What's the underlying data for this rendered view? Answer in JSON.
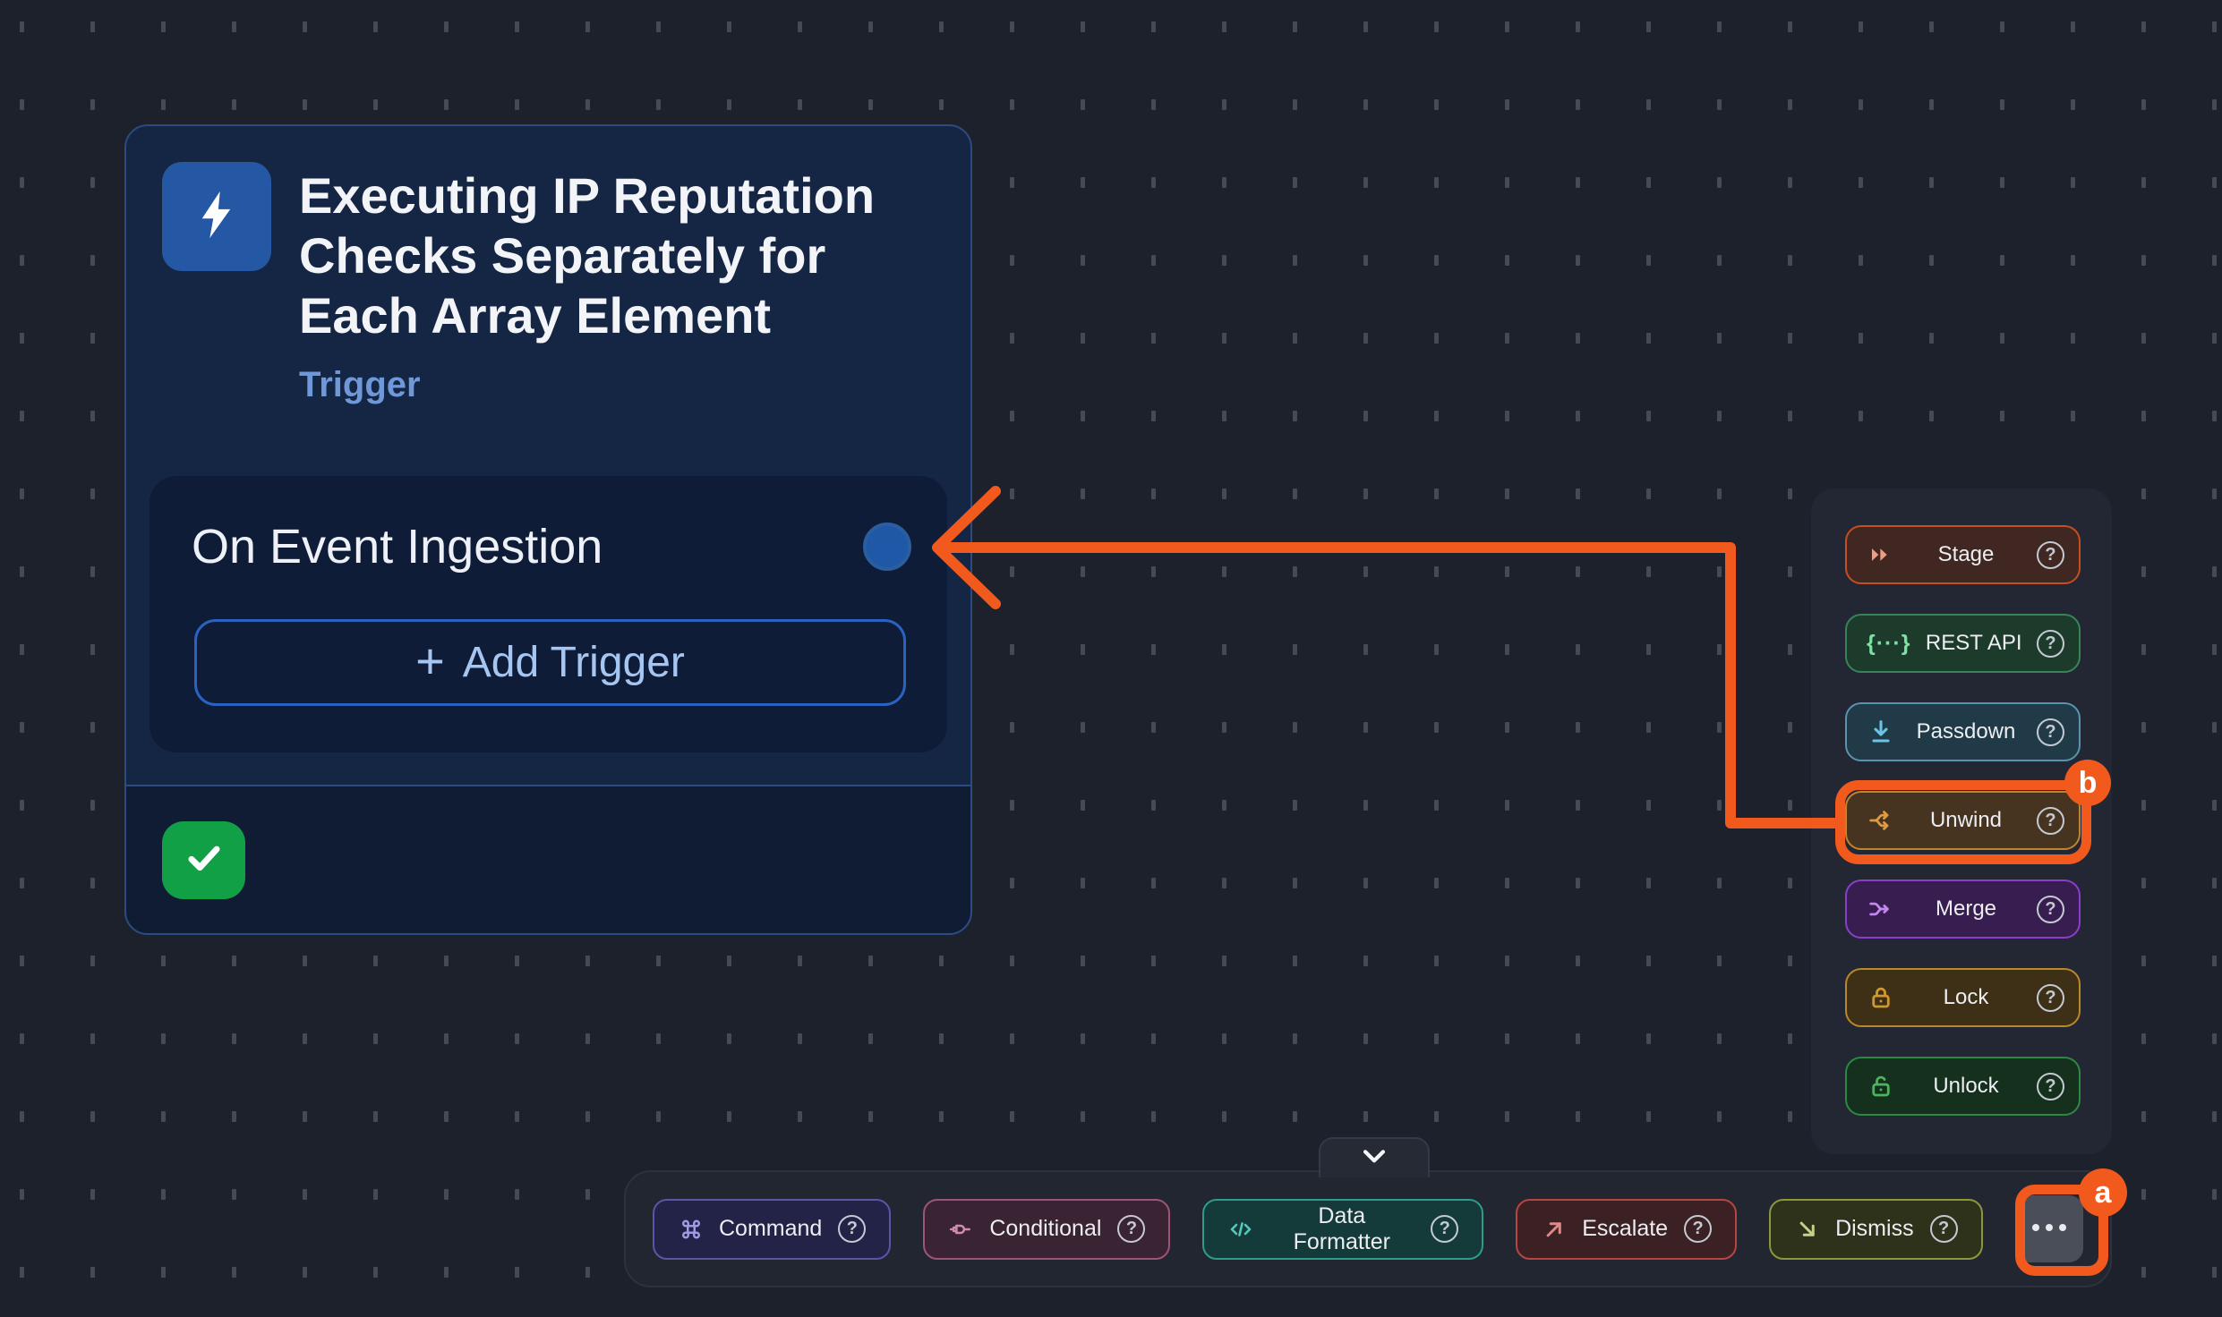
{
  "canvas": {
    "background": "#1c212c",
    "grid_dash_color": "#454a54"
  },
  "glyphs": {
    "help": "?",
    "plus": "+",
    "rest_api": "{···}"
  },
  "annotation": {
    "color": "#f25a1d",
    "badge_a": "a",
    "badge_b": "b"
  },
  "trigger_card": {
    "title": "Executing IP Reputation Checks Separately for Each Array Element",
    "type_label": "Trigger",
    "icon": "lightning-bolt-icon",
    "event_label": "On Event Ingestion",
    "add_trigger_label": "Add Trigger",
    "status_icon": "check-icon",
    "colors": {
      "card_bg": "#152544",
      "card_border": "#2c4b7e",
      "icon_tile_bg": "#2457a4",
      "type_label_color": "#6f98d8",
      "inner_panel_bg": "#0f1c38",
      "add_trigger_border": "#2a62c2",
      "add_trigger_text": "#a6c6f2",
      "port_dot": "#1f58a6",
      "check_badge_bg": "#12a047",
      "footer_bg": "#101b34"
    }
  },
  "action_panel": {
    "items": [
      {
        "label": "Stage",
        "icon": "stage-icon",
        "bg": "#402721",
        "border": "#c54e22",
        "icon_color": "#ec9e82"
      },
      {
        "label": "REST API",
        "icon": "rest-api-icon",
        "bg": "#1d3b2b",
        "border": "#38845a",
        "icon_color": "#7ce2a4"
      },
      {
        "label": "Passdown",
        "icon": "download-icon",
        "bg": "#203b47",
        "border": "#5a93ad",
        "icon_color": "#6ac4e8"
      },
      {
        "label": "Unwind",
        "icon": "split-icon",
        "bg": "#473420",
        "border": "#bd8434",
        "icon_color": "#dd9b44",
        "highlighted": true,
        "badge": "b"
      },
      {
        "label": "Merge",
        "icon": "merge-icon",
        "bg": "#381d50",
        "border": "#8a3fc8",
        "icon_color": "#c586f0"
      },
      {
        "label": "Lock",
        "icon": "lock-icon",
        "bg": "#3d3017",
        "border": "#b8882a",
        "icon_color": "#cf982e"
      },
      {
        "label": "Unlock",
        "icon": "unlock-icon",
        "bg": "#15301c",
        "border": "#2e8843",
        "icon_color": "#4cb55c"
      }
    ]
  },
  "bottom_toolbar": {
    "collapse_icon": "chevron-down-icon",
    "items": [
      {
        "label": "Command",
        "icon": "command-icon",
        "bg": "#232247",
        "border": "#5b55a8",
        "icon_color": "#9f9ae4"
      },
      {
        "label": "Conditional",
        "icon": "plug-icon",
        "bg": "#3a2333",
        "border": "#9c5578",
        "icon_color": "#cf8cab"
      },
      {
        "label": "Data Formatter",
        "icon": "code-icon",
        "bg": "#153a3a",
        "border": "#2d9c8a",
        "icon_color": "#53cabb"
      },
      {
        "label": "Escalate",
        "icon": "arrow-up-right-icon",
        "bg": "#3b2124",
        "border": "#b84444",
        "icon_color": "#e08888"
      },
      {
        "label": "Dismiss",
        "icon": "arrow-down-right-icon",
        "bg": "#2f321b",
        "border": "#8a973d",
        "icon_color": "#c6d088"
      }
    ],
    "more_button": {
      "icon": "ellipsis-icon",
      "bg": "#4a4e58",
      "badge": "a"
    }
  }
}
